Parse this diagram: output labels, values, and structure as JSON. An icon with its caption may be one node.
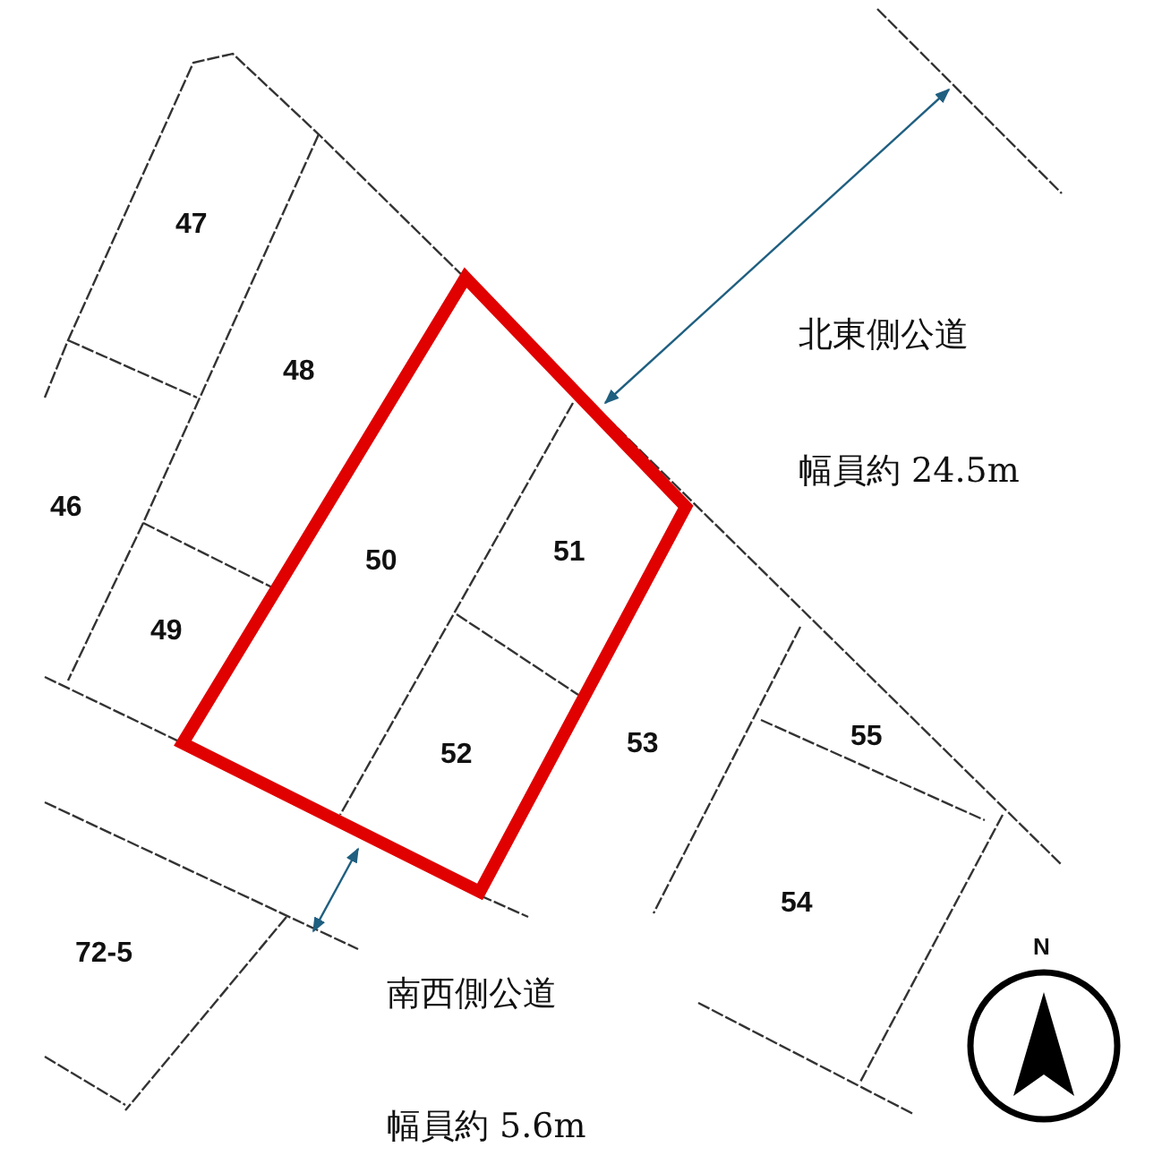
{
  "diagram": {
    "labels": [
      "47",
      "48",
      "北東側公道",
      "46",
      "50",
      "51",
      "幅員約 24.5m",
      "49",
      "52",
      "53",
      "55",
      "54",
      "72-5",
      "N",
      "南西側公道",
      "幅員約 5.6m"
    ]
  }
}
